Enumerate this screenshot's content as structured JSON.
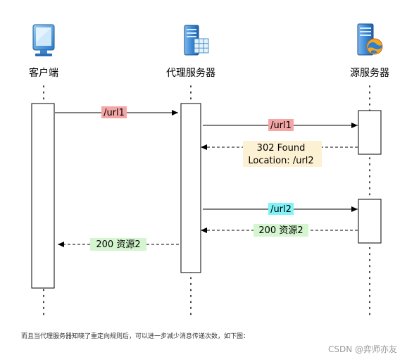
{
  "participants": [
    {
      "label": "客户端",
      "icon": "computer-icon"
    },
    {
      "label": "代理服务器",
      "icon": "server-database-icon"
    },
    {
      "label": "源服务器",
      "icon": "server-globe-icon"
    }
  ],
  "messages": [
    {
      "from": 0,
      "to": 1,
      "style": "solid",
      "lines": [
        "/url1"
      ],
      "highlight": "#f4a6a6"
    },
    {
      "from": 1,
      "to": 2,
      "style": "solid",
      "lines": [
        "/url1"
      ],
      "highlight": "#f4a6a6"
    },
    {
      "from": 2,
      "to": 1,
      "style": "dashed",
      "lines": [
        "302 Found",
        "Location: /url2"
      ],
      "highlight": "#fdf1d3"
    },
    {
      "from": 1,
      "to": 2,
      "style": "solid",
      "lines": [
        "/url2"
      ],
      "highlight": "#7ff3f8"
    },
    {
      "from": 2,
      "to": 1,
      "style": "dashed",
      "lines": [
        "200 资源2"
      ],
      "highlight": "#d4f5cf"
    },
    {
      "from": 1,
      "to": 0,
      "style": "dashed",
      "lines": [
        "200 资源2"
      ],
      "highlight": "#d4f5cf"
    }
  ],
  "caption": "而且当代理服务器知晓了重定向规则后，可以进一步减少消息传递次数，如下图：",
  "watermark": "CSDN @弈师亦友"
}
